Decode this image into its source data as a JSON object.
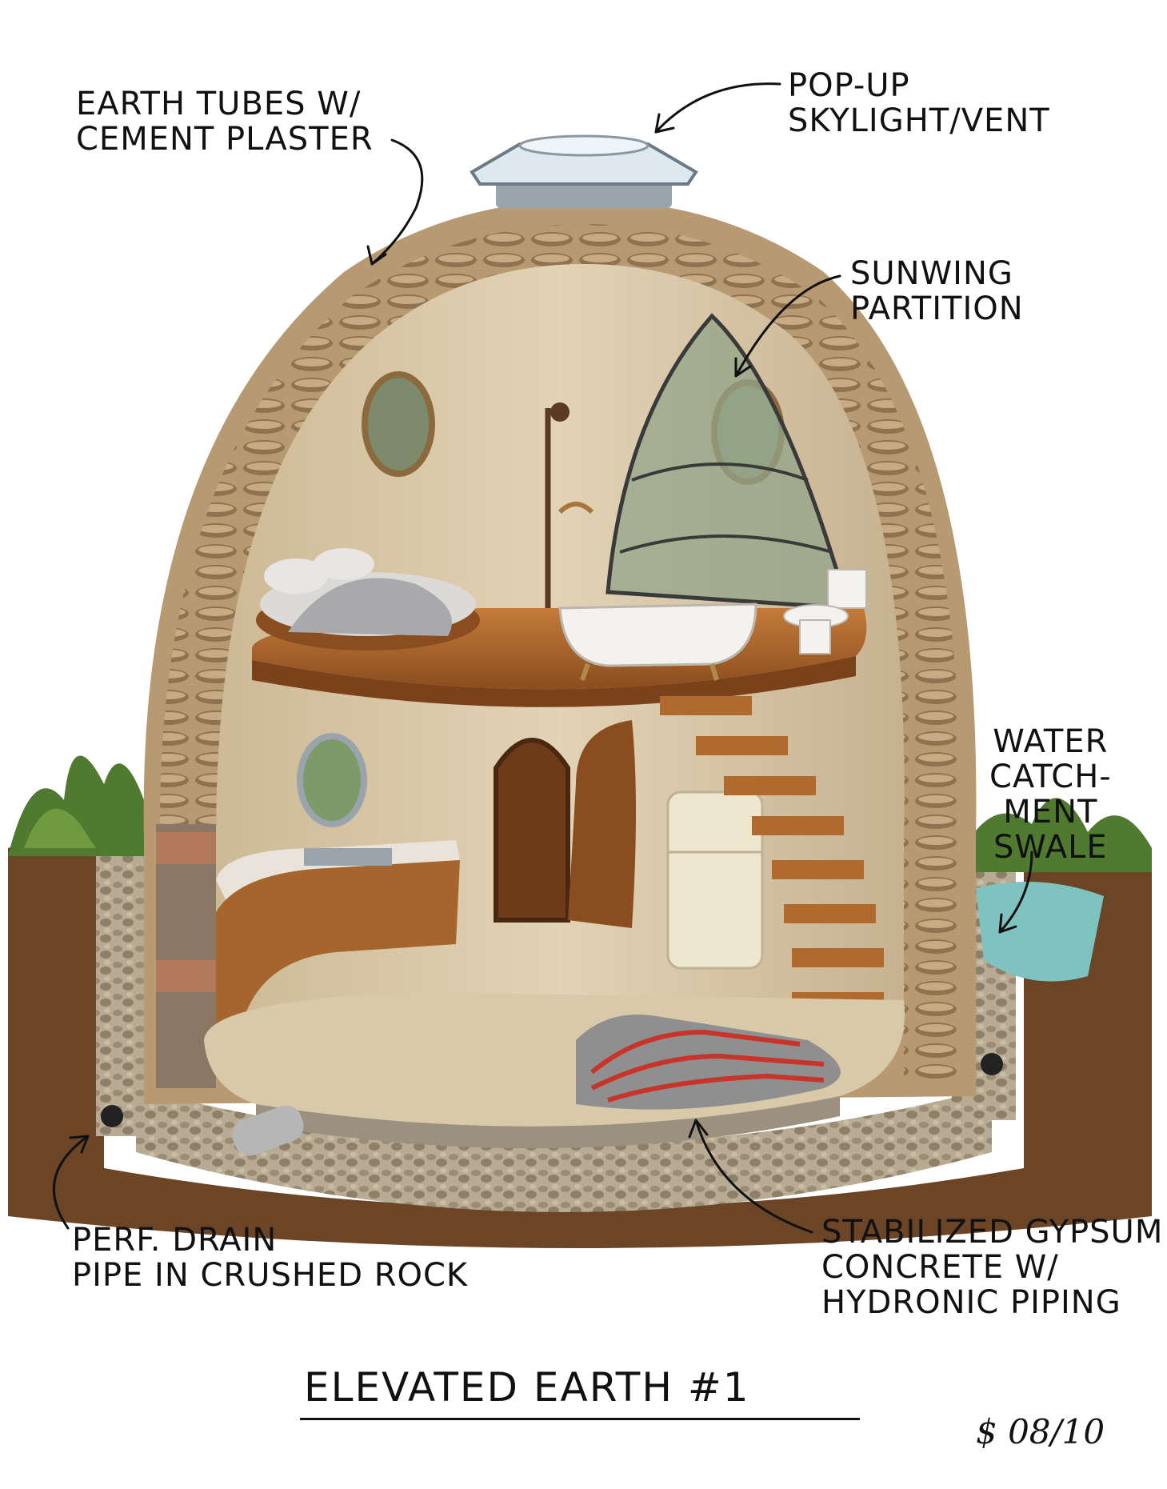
{
  "labels": {
    "earth_tubes": [
      "EARTH TUBES W/",
      "CEMENT PLASTER"
    ],
    "skylight": [
      "POP-UP",
      "SKYLIGHT/VENT"
    ],
    "sunwing": [
      "SUNWING",
      "PARTITION"
    ],
    "water": [
      "WATER",
      "CATCH-",
      "MENT",
      "SWALE"
    ],
    "drain": [
      "PERF. DRAIN",
      "PIPE IN CRUSHED ROCK"
    ],
    "slab": [
      "STABILIZED GYPSUM",
      "CONCRETE W/",
      "HYDRONIC PIPING"
    ]
  },
  "title": "ELEVATED EARTH #1",
  "signature": "$ 08/10",
  "colors": {
    "plaster": "#c9b08a",
    "interior_wall": "#d8c7a8",
    "wood_floor": "#b06a2e",
    "soil": "#6b4526",
    "gravel": "#a09684",
    "water": "#7fc3c0",
    "hydronic_pipe": "#c8332a",
    "ink": "#111111"
  },
  "icons": [
    "arrow-icon",
    "skylight-icon",
    "bed-icon",
    "bathtub-icon",
    "toilet-icon",
    "kitchen-counter-icon",
    "door-icon",
    "refrigerator-icon",
    "stair-icon",
    "drain-pipe-icon",
    "porthole-window-icon"
  ]
}
